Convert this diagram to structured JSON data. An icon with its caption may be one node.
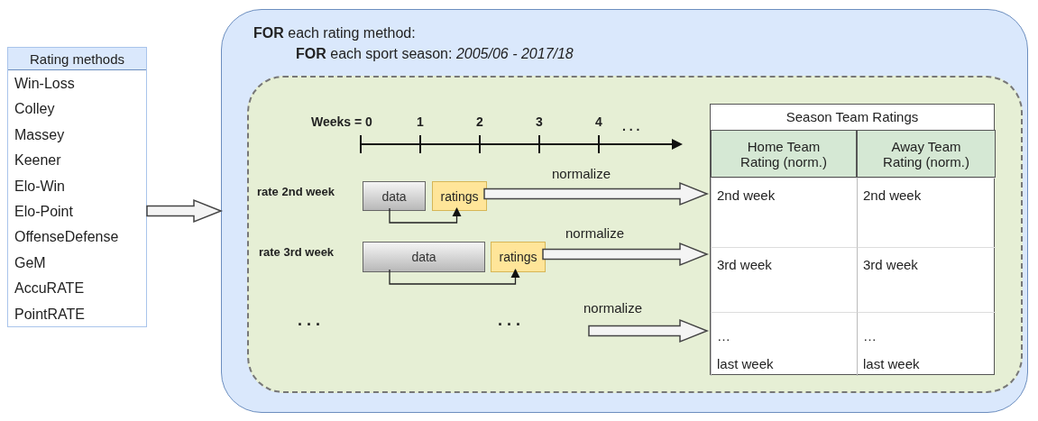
{
  "diagram": {
    "nodes": [
      {
        "text": [
          "Rating methods",
          "Win-Loss",
          "Colley",
          "Massey",
          "Keener",
          "Elo-Win",
          "Elo-Point",
          "OffenseDefense",
          "GeM",
          "AccuRATE",
          "PointRATE"
        ]
      },
      {
        "text": [
          "**FOR** each rating method:",
          "**FOR** each sport season: *2005/06 - 2017/18*"
        ]
      },
      {
        "text": [],
        "shape": "box",
        "in": 1
      },
      {
        "text": [
          "data"
        ],
        "in": 2
      },
      {
        "text": [
          "ratings"
        ],
        "in": 2
      },
      {
        "text": [
          "data"
        ],
        "in": 2
      },
      {
        "text": [
          "ratings"
        ],
        "in": 2
      },
      {
        "text": [
          "Season Team Ratings"
        ],
        "in": 2
      },
      {
        "text": [
          "Home Team Rating (norm.)"
        ],
        "in": 7
      },
      {
        "text": [
          "Away Team Rating (norm.)"
        ],
        "in": 7
      },
      {
        "text": [
          "2nd week"
        ],
        "in": 7
      },
      {
        "text": [
          "2nd week"
        ],
        "in": 7
      },
      {
        "text": [
          "3rd week"
        ],
        "in": 7
      },
      {
        "text": [
          "3rd week"
        ],
        "in": 7
      },
      {
        "text": [
          "…",
          "last week"
        ],
        "in": 7
      },
      {
        "text": [
          "…",
          "last week"
        ],
        "in": 7
      }
    ],
    "edges": [
      {
        "from": 0,
        "to": 1,
        "arrow": "to",
        "style": "thick"
      },
      {
        "from": 3,
        "to": 4,
        "arrow": "to"
      },
      {
        "from": 5,
        "to": 6,
        "arrow": "to"
      },
      {
        "from": 4,
        "to": 10,
        "arrow": "to",
        "label": "normalize",
        "style": "thick"
      },
      {
        "from": 6,
        "to": 12,
        "arrow": "to",
        "label": "normalize",
        "style": "thick"
      },
      {
        "from": null,
        "to": 14,
        "arrow": "to",
        "label": "normalize",
        "style": "thick"
      }
    ],
    "labels": [
      "Weeks = 0",
      "1",
      "2",
      "3",
      "4",
      ". . .",
      "rate 2nd week",
      "rate 3rd week",
      ". . .",
      ". . ."
    ]
  }
}
